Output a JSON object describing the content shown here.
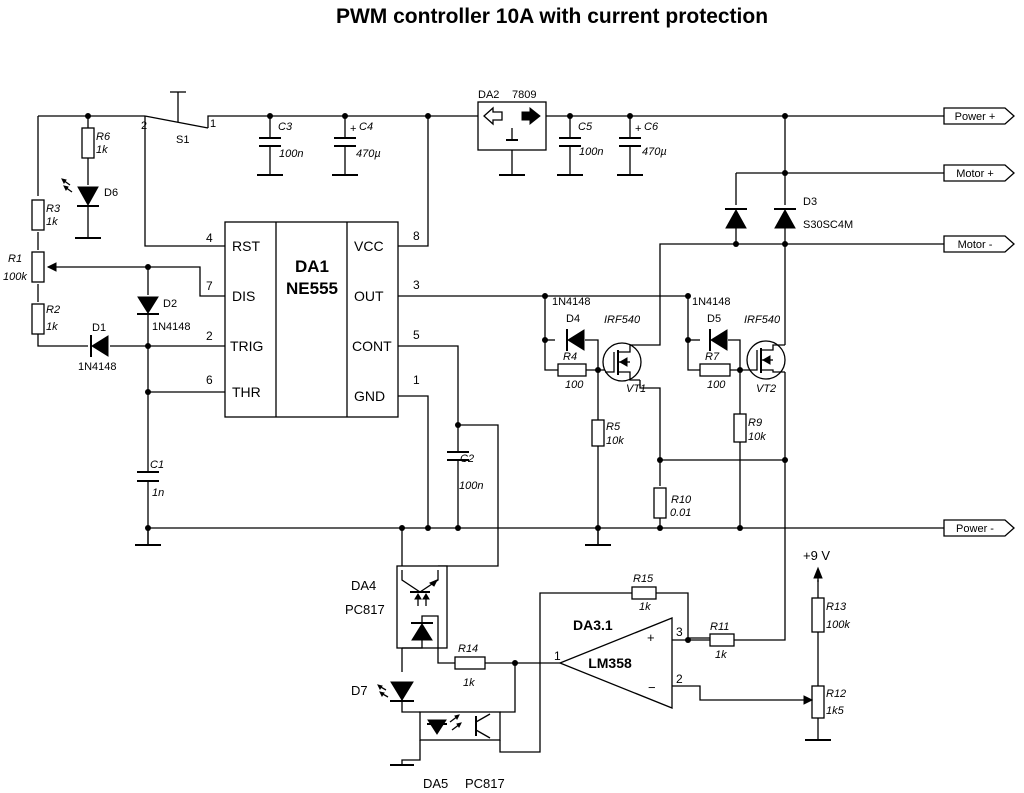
{
  "title": "PWM controller 10A  with current protection",
  "ic_555": {
    "ref": "DA1",
    "part": "NE555",
    "pins": {
      "rst": "RST",
      "dis": "DIS",
      "trig": "TRIG",
      "thr": "THR",
      "vcc": "VCC",
      "out": "OUT",
      "cont": "CONT",
      "gnd": "GND"
    },
    "pin_numbers": {
      "rst": "4",
      "dis": "7",
      "trig": "2",
      "thr": "6",
      "vcc": "8",
      "out": "3",
      "cont": "5",
      "gnd": "1"
    }
  },
  "regulator": {
    "ref": "DA2",
    "part": "7809"
  },
  "opamp": {
    "ref": "DA3.1",
    "part": "LM358",
    "plus": "+",
    "minus": "−",
    "pin_plus": "3",
    "pin_minus": "2",
    "pin_out": "1"
  },
  "optocouplers": [
    {
      "ref": "DA4",
      "part": "PC817"
    },
    {
      "ref": "DA5",
      "part": "PC817"
    }
  ],
  "switch": {
    "ref": "S1",
    "pin1": "1",
    "pin2": "2"
  },
  "capacitors": [
    {
      "ref": "C1",
      "value": "1n"
    },
    {
      "ref": "C2",
      "value": "100n"
    },
    {
      "ref": "C3",
      "value": "100n"
    },
    {
      "ref": "C4",
      "value": "470µ"
    },
    {
      "ref": "C5",
      "value": "100n"
    },
    {
      "ref": "C6",
      "value": "470µ"
    }
  ],
  "resistors": [
    {
      "ref": "R1",
      "value": "100k"
    },
    {
      "ref": "R2",
      "value": "1k"
    },
    {
      "ref": "R3",
      "value": "1k"
    },
    {
      "ref": "R4",
      "value": "100"
    },
    {
      "ref": "R5",
      "value": "10k"
    },
    {
      "ref": "R6",
      "value": "1k"
    },
    {
      "ref": "R7",
      "value": "100"
    },
    {
      "ref": "R9",
      "value": "10k"
    },
    {
      "ref": "R10",
      "value": "0.01"
    },
    {
      "ref": "R11",
      "value": "1k"
    },
    {
      "ref": "R12",
      "value": "1k5"
    },
    {
      "ref": "R13",
      "value": "100k"
    },
    {
      "ref": "R14",
      "value": "1k"
    },
    {
      "ref": "R15",
      "value": "1k"
    }
  ],
  "diodes": [
    {
      "ref": "D1",
      "part": "1N4148"
    },
    {
      "ref": "D2",
      "part": "1N4148"
    },
    {
      "ref": "D3",
      "part": "S30SC4M"
    },
    {
      "ref": "D4",
      "part": "1N4148"
    },
    {
      "ref": "D5",
      "part": "1N4148"
    },
    {
      "ref": "D6",
      "part": ""
    },
    {
      "ref": "D7",
      "part": ""
    }
  ],
  "transistors": [
    {
      "ref": "VT1",
      "part": "IRF540"
    },
    {
      "ref": "VT2",
      "part": "IRF540"
    }
  ],
  "connectors": {
    "power_plus": "Power +",
    "motor_plus": "Motor +",
    "motor_minus": "Motor -",
    "power_minus": "Power -"
  },
  "supply_label": "+9 V"
}
